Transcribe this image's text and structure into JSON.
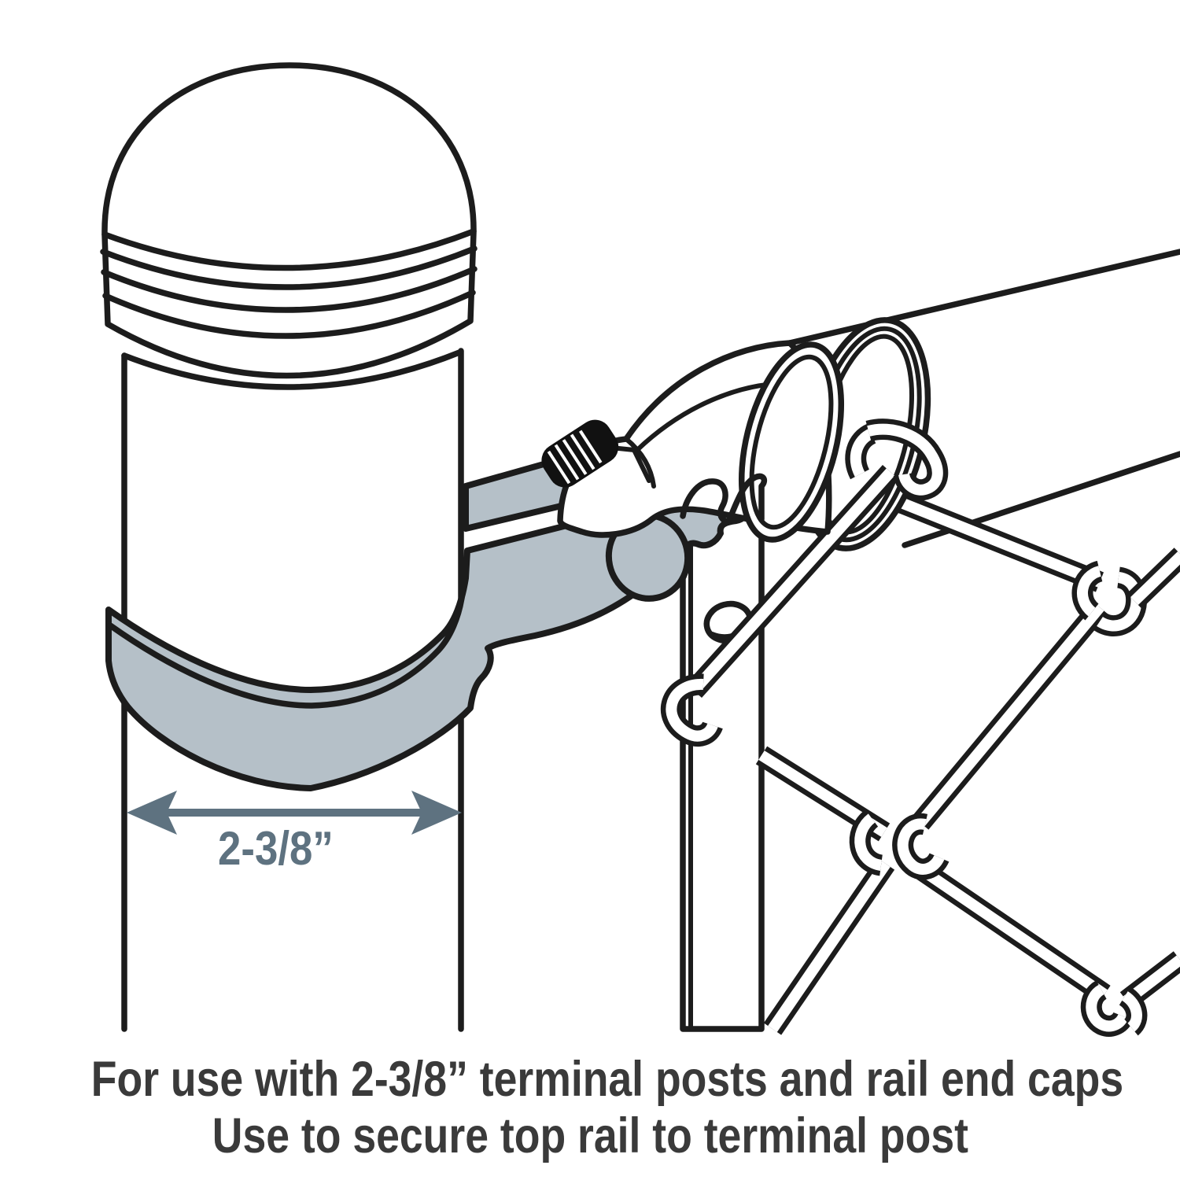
{
  "diagram": {
    "caption_line1": "For use with 2-3/8” terminal posts and rail end caps",
    "caption_line2": "Use to secure top rail to terminal post",
    "dimension_label": "2-3/8”"
  },
  "colors": {
    "line": "#1c1c1c",
    "metal_highlight": "#b5c0c8",
    "dimension": "#5e7280",
    "caption_text": "#3a3a3a",
    "background": "#ffffff"
  }
}
